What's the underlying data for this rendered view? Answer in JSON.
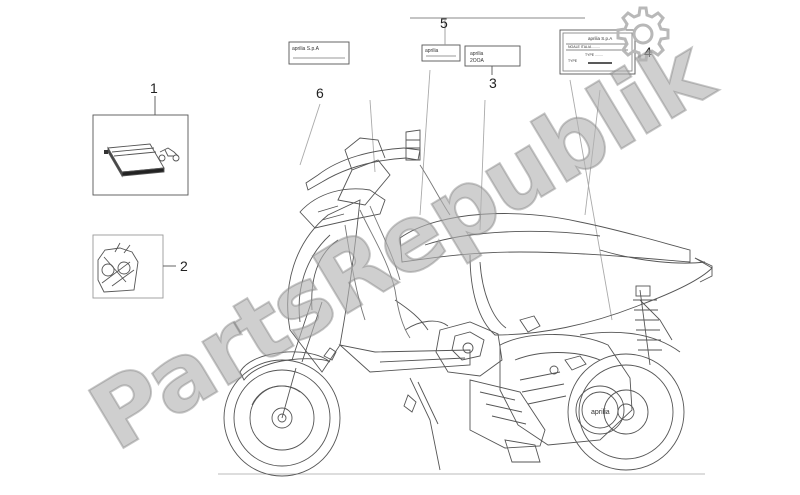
{
  "watermark": {
    "text": "PartsRepublik"
  },
  "callouts": [
    {
      "id": "1",
      "label": "1"
    },
    {
      "id": "2",
      "label": "2"
    },
    {
      "id": "3",
      "label": "3"
    },
    {
      "id": "4",
      "label": "4"
    },
    {
      "id": "5",
      "label": "5"
    },
    {
      "id": "6",
      "label": "6"
    }
  ],
  "labels": {
    "decal_6": "aprilia  S.p.A",
    "decal_5": "aprilia",
    "decal_3_line1": "aprilia",
    "decal_3_line2": "2OOA",
    "plate_line1": "aprilia  S.p.A",
    "plate_line2": "NOALE  ITALIA  ........",
    "plate_line3": "TYPE ........",
    "plate_line4": "TYPE",
    "cover_brand": "aprilia"
  },
  "colors": {
    "line": "#555555",
    "watermark": "#b2b2b2"
  },
  "icons": {
    "gear": "gear-icon"
  }
}
